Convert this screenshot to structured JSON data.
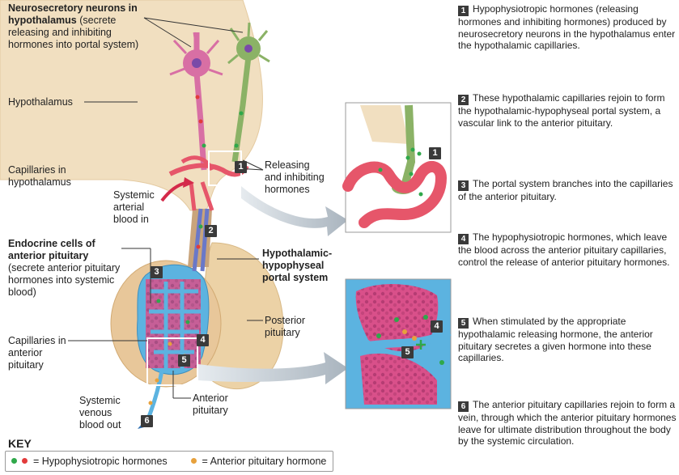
{
  "labels": {
    "neurons_title": "Neurosecretory neurons in hypothalamus",
    "neurons_desc": "(secrete releasing and inhibiting hormones into portal system)",
    "hypothalamus": "Hypothalamus",
    "capillaries_hypothalamus": "Capillaries in hypothalamus",
    "systemic_arterial": "Systemic arterial blood in",
    "releasing_inhibiting": "Releasing and inhibiting hormones",
    "endocrine_title": "Endocrine cells of anterior pituitary",
    "endocrine_desc": "(secrete anterior pituitary hormones into systemic blood)",
    "portal_system": "Hypothalamic-hypophyseal portal system",
    "posterior_pituitary": "Posterior pituitary",
    "capillaries_anterior": "Capillaries in anterior pituitary",
    "anterior_pituitary": "Anterior pituitary",
    "systemic_venous": "Systemic venous blood out"
  },
  "markers": [
    "1",
    "2",
    "3",
    "4",
    "5",
    "6"
  ],
  "steps": [
    {
      "num": "1",
      "text": "Hypophysiotropic hormones (releasing hormones and inhibiting hormones) produced by neurosecretory neurons in the hypothalamus enter the hypothalamic capillaries."
    },
    {
      "num": "2",
      "text": "These hypothalamic capillaries rejoin to form the hypothalamic-hypophyseal portal system, a vascular link to the anterior pituitary."
    },
    {
      "num": "3",
      "text": "The portal system branches into the capillaries of the anterior pituitary."
    },
    {
      "num": "4",
      "text": "The hypophysiotropic hormones, which leave the blood across the anterior pituitary capillaries, control the release of anterior pituitary hormones."
    },
    {
      "num": "5",
      "text": "When stimulated by the appropriate hypothalamic releasing hormone, the anterior pituitary secretes a given hormone into these capillaries."
    },
    {
      "num": "6",
      "text": "The anterior pituitary capillaries rejoin to form a vein, through which the anterior pituitary hormones leave for ultimate distribution throughout the body by the systemic circulation."
    }
  ],
  "key": {
    "title": "KEY",
    "hypophysiotropic": "= Hypophysiotropic hormones",
    "anterior_hormone": "= Anterior pituitary hormone"
  },
  "colors": {
    "hypothalamus_tissue": "#f1dfc0",
    "posterior_tissue": "#ecd2a6",
    "capillary_blue": "#5cb3e0",
    "capillary_red": "#e6566a",
    "neuron_pink": "#d86fa4",
    "neuron_green": "#8bb266",
    "hormone_green": "#2fa84a",
    "hormone_red": "#e23b3b",
    "hormone_orange": "#e7a13c",
    "arrow_gray": "#b9c3cb",
    "badge": "#3a3a3a"
  }
}
